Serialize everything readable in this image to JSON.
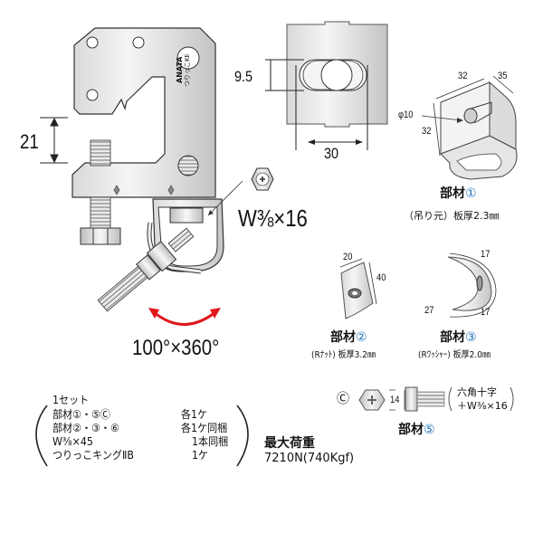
{
  "main_clamp": {
    "brand_mark": "ANATA",
    "model_mark": "つりっこKⅡ",
    "dim_throat": "21",
    "bolt_label": "W⅜×16",
    "rotation_label": "100°×360°"
  },
  "slot_view": {
    "dim_height": "9.5",
    "dim_width": "30"
  },
  "part1": {
    "dim_length": "32",
    "dim_depth": "35",
    "dim_height": "32",
    "dim_hole": "φ10",
    "title": "部材",
    "number": "①",
    "subtitle": "（吊り元）板厚2.3㎜"
  },
  "part2": {
    "dim_width": "20",
    "dim_length": "40",
    "title": "部材",
    "number": "②",
    "subtitle": "(Rﾅｯﾄ) 板厚3.2㎜"
  },
  "part3": {
    "dim_top": "17",
    "dim_bottom": "17",
    "dim_thick": "27",
    "title": "部材",
    "number": "③",
    "subtitle": "(Rﾜｯｼｬｰ) 板厚2.0㎜"
  },
  "part5": {
    "marker": "Ⓒ",
    "dim_head": "14",
    "spec_line1": "六角十字",
    "spec_line2": "＋W⅜×16",
    "title": "部材",
    "number": "⑤"
  },
  "set_contents": {
    "heading": "1セット",
    "rows": [
      {
        "item": "部材①・⑤Ⓒ",
        "qty": "各1ケ"
      },
      {
        "item": "部材②・③・⑥",
        "qty": "各1ケ同梱"
      },
      {
        "item": "W⅜×45",
        "qty": "1本同梱"
      },
      {
        "item": "つりっこキングⅡB",
        "qty": "1ケ"
      }
    ]
  },
  "max_load": {
    "title": "最大荷重",
    "value": "7210N(740Kgf)"
  },
  "colors": {
    "metal_light": "#f2f2f2",
    "metal_mid": "#cfcfcf",
    "outline": "#333333",
    "arrow_red": "#e0161b",
    "part_number_blue": "#1e6fb8"
  }
}
